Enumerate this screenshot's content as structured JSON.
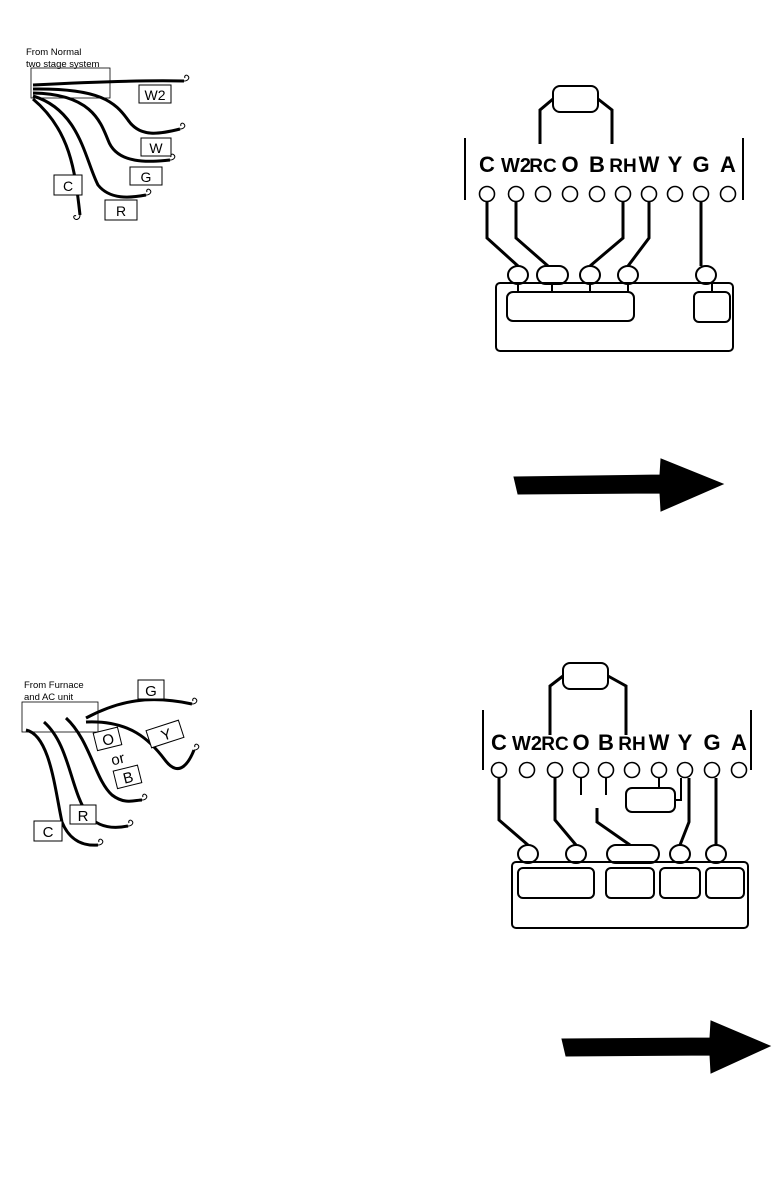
{
  "diagram1": {
    "source_note_line1": "From Normal",
    "source_note_line2": "two stage system",
    "wire_labels": [
      "W2",
      "W",
      "G",
      "C",
      "R"
    ],
    "terminals": [
      "C",
      "W2",
      "RC",
      "O",
      "B",
      "RH",
      "W",
      "Y",
      "G",
      "A"
    ]
  },
  "diagram2": {
    "source_note_line1": "From Furnace",
    "source_note_line2": "and AC unit",
    "wire_labels": [
      "G",
      "Y",
      "O",
      "or",
      "B",
      "R",
      "C"
    ],
    "terminals": [
      "C",
      "W2",
      "RC",
      "O",
      "B",
      "RH",
      "W",
      "Y",
      "G",
      "A"
    ]
  },
  "colors": {
    "ink": "#000000",
    "paper": "#ffffff"
  },
  "icons": [
    "right-arrow-icon",
    "wire-hook-icon",
    "terminal-circle-icon"
  ]
}
